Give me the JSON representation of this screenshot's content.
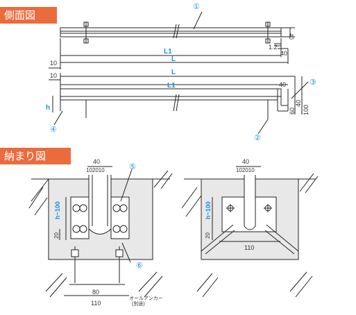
{
  "colors": {
    "accent": "#ea6c3d",
    "callout": "#1a8fd0",
    "line": "#222222",
    "concrete": "#e8e8e8"
  },
  "sections": {
    "side_view": "側面図",
    "installation": "納まり図"
  },
  "dims": {
    "d40": "40",
    "d1_2": "1.2",
    "d10": "10",
    "d60": "60",
    "d100": "100",
    "d20": "20",
    "d80": "80",
    "d110": "110",
    "d102010": "102010",
    "h100": "h~100"
  },
  "labels": {
    "L": "L",
    "L1": "L1",
    "h": "h"
  },
  "callouts": [
    "①",
    "②",
    "③",
    "④",
    "⑤",
    "⑥"
  ],
  "anchor_note": {
    "line1": "オールアンカー",
    "line2": "(別途)"
  }
}
